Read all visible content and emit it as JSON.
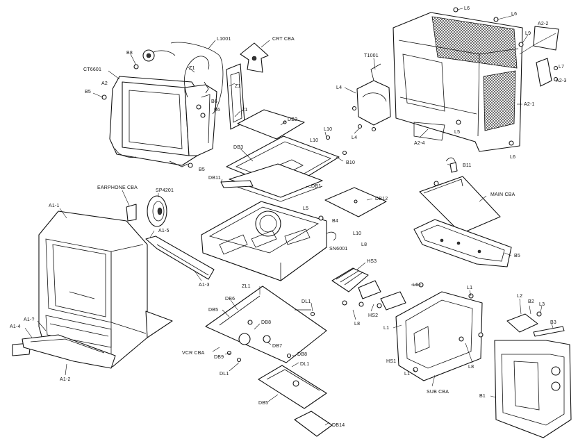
{
  "labels": {
    "crt_cba": "CRT CBA",
    "l1001": "L1001",
    "b8": "B8",
    "ct6601": "CT6601",
    "a2_left": "A2",
    "b5": "B5",
    "z1_a": "Z1",
    "z1_b": "Z1",
    "z1_c": "Z1",
    "b6_a": "B6",
    "b6_b": "B6",
    "b5_crt": "B5",
    "t1001": "T1001",
    "l4_a": "L4",
    "l4_b": "L4",
    "l6_top": "L6",
    "l6_b": "L6",
    "l9": "L9",
    "a2_2": "A2-2",
    "l7": "L7",
    "a2_3": "A2-3",
    "a2_1": "A2-1",
    "a2_4": "A2-4",
    "l5_back": "L5",
    "l6_back": "L6",
    "db2": "DB2",
    "l10_a": "L10",
    "l10_b": "L10",
    "b10": "B10",
    "db3": "DB3",
    "db11": "DB11",
    "db1": "DB1",
    "db12": "DB12",
    "l5_mech": "L5",
    "b4": "B4",
    "sn6001": "SN6001",
    "l10_c": "L10",
    "l8": "L8",
    "b11": "B11",
    "main_cba": "MAIN CBA",
    "b5_main": "B5",
    "earphone_cba": "EARPHONE CBA",
    "sp4201": "SP4201",
    "a1_1": "A1-1",
    "a1_5": "A1-5",
    "a1_3": "A1-3",
    "a1_4": "A1-4",
    "a1_a": "A1-?",
    "a1_2": "A1-2",
    "zl1": "ZL1",
    "db6": "DB6",
    "db5": "DB5",
    "dl1_a": "DL1",
    "db8": "DB8",
    "db7": "DB7",
    "vcr_cba": "VCR CBA",
    "db9": "DB9",
    "db8_b": "DB8",
    "dl1_b": "DL1",
    "dl1_c": "DL1",
    "db5_b": "DB5",
    "db14": "DB14",
    "hs3": "HS3",
    "hs2": "HS2",
    "l6_hs": "L6",
    "l8_hs": "L8",
    "l1_a": "L1",
    "l1_b": "L1",
    "l1_c": "L1",
    "hs1": "HS1",
    "l8_sub": "L8",
    "sub_cba": "SUB CBA",
    "l2": "L2",
    "b2": "B2",
    "l3": "L3",
    "b3": "B3",
    "b1": "B1"
  }
}
